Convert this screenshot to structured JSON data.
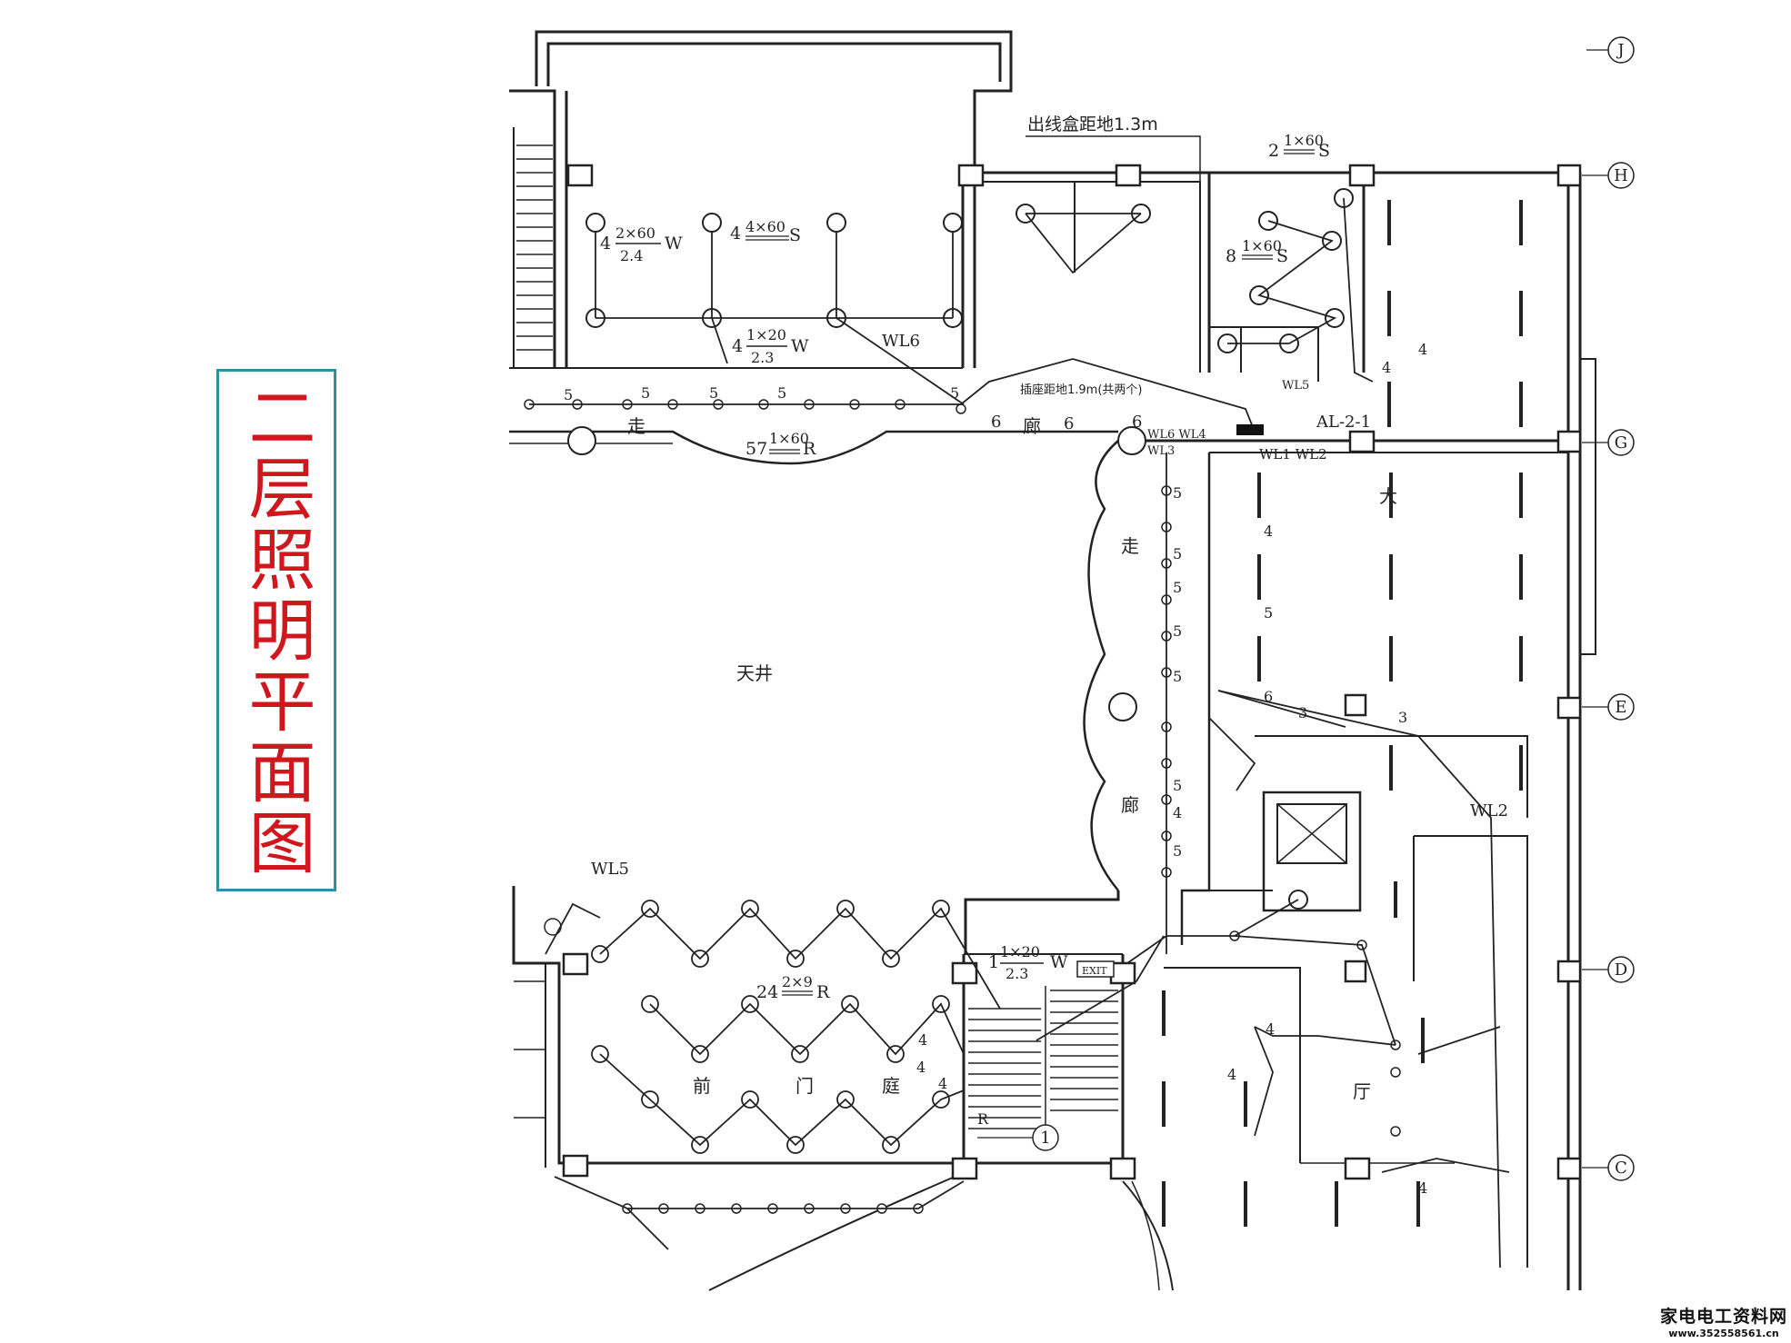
{
  "title": "二层照明平面图",
  "axes": [
    "J",
    "H",
    "G",
    "E",
    "D",
    "C"
  ],
  "axis_1": "1",
  "rooms": {
    "corridor_top_1": "走",
    "corridor_top_2": "廊",
    "corridor_v_1": "走",
    "corridor_v_2": "廊",
    "courtyard": "天井",
    "front_1": "前",
    "front_2": "门",
    "front_3": "庭",
    "hall_1": "大",
    "hall_2": "厅"
  },
  "notes": {
    "outlet_box": "出线盒距地1.3m",
    "socket": "插座距地1.9m(共两个)",
    "panel": "AL-2-1",
    "exit": "EXIT"
  },
  "circuits": {
    "wl1_wl2": "WL1 WL2",
    "wl6_wl4": "WL6 WL4",
    "wl3": "WL3",
    "wl6": "WL6",
    "wl5_top": "WL5",
    "wl5_left": "WL5",
    "wl2": "WL2"
  },
  "fixtures": [
    {
      "id": "f1",
      "count": "4",
      "num": "2×60",
      "den": "2.4",
      "mount": "W"
    },
    {
      "id": "f2",
      "count": "4",
      "num": "4×60",
      "den": "",
      "mount": "S"
    },
    {
      "id": "f3",
      "count": "4",
      "num": "1×20",
      "den": "2.3",
      "mount": "W"
    },
    {
      "id": "f4",
      "count": "57",
      "num": "1×60",
      "den": "",
      "mount": "R"
    },
    {
      "id": "f5",
      "count": "8",
      "num": "1×60",
      "den": "",
      "mount": "S"
    },
    {
      "id": "f6",
      "count": "2",
      "num": "1×60",
      "den": "",
      "mount": "S"
    },
    {
      "id": "f7",
      "count": "1",
      "num": "1×20",
      "den": "2.3",
      "mount": "W"
    },
    {
      "id": "f8",
      "count": "24",
      "num": "2×9",
      "den": "",
      "mount": "R"
    }
  ],
  "wire_counts": [
    "5",
    "5",
    "5",
    "5",
    "5",
    "6",
    "6",
    "6",
    "4",
    "4",
    "4",
    "5",
    "5",
    "5",
    "5",
    "5",
    "5",
    "5",
    "4",
    "5",
    "6",
    "3",
    "3",
    "4",
    "4",
    "4",
    "4",
    "4",
    "4"
  ],
  "stair_mark": "R",
  "watermark": {
    "main": "家电电工资料网",
    "url": "www.352558561.cn"
  }
}
